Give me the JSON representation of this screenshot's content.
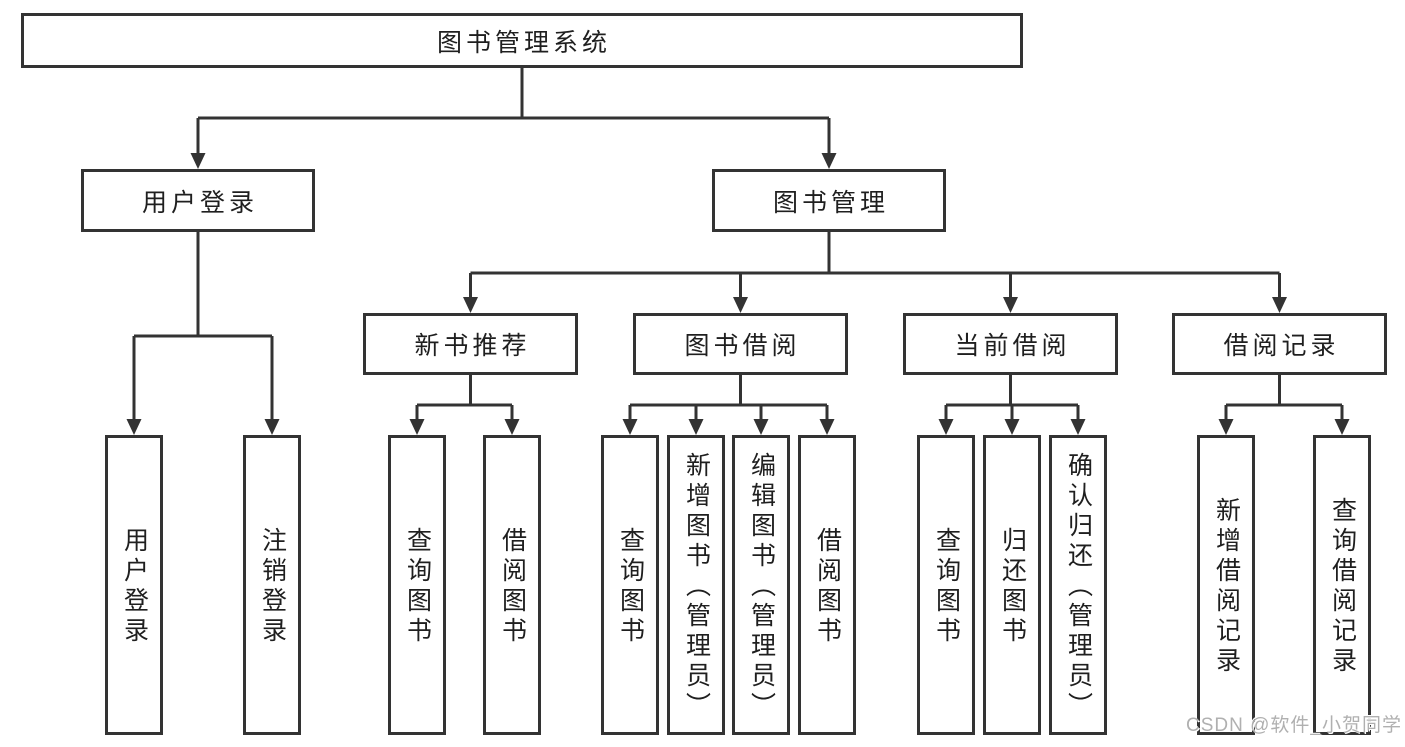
{
  "diagram": {
    "tree": {
      "label": "图书管理系统",
      "children": [
        {
          "label": "用户登录",
          "children": [
            {
              "label": "用户登录"
            },
            {
              "label": "注销登录"
            }
          ]
        },
        {
          "label": "图书管理",
          "children": [
            {
              "label": "新书推荐",
              "children": [
                {
                  "label": "查询图书"
                },
                {
                  "label": "借阅图书"
                }
              ]
            },
            {
              "label": "图书借阅",
              "children": [
                {
                  "label": "查询图书"
                },
                {
                  "label": "新增图书（管理员）"
                },
                {
                  "label": "编辑图书（管理员）"
                },
                {
                  "label": "借阅图书"
                }
              ]
            },
            {
              "label": "当前借阅",
              "children": [
                {
                  "label": "查询图书"
                },
                {
                  "label": "归还图书"
                },
                {
                  "label": "确认归还（管理员）"
                }
              ]
            },
            {
              "label": "借阅记录",
              "children": [
                {
                  "label": "新增借阅记录"
                },
                {
                  "label": "查询借阅记录"
                }
              ]
            }
          ]
        }
      ]
    },
    "watermark": "CSDN @软件_小贺同学",
    "colors": {
      "line": "#333333",
      "text": "#1f1f1f",
      "background": "#ffffff",
      "watermark": "#b0b0b0"
    }
  }
}
